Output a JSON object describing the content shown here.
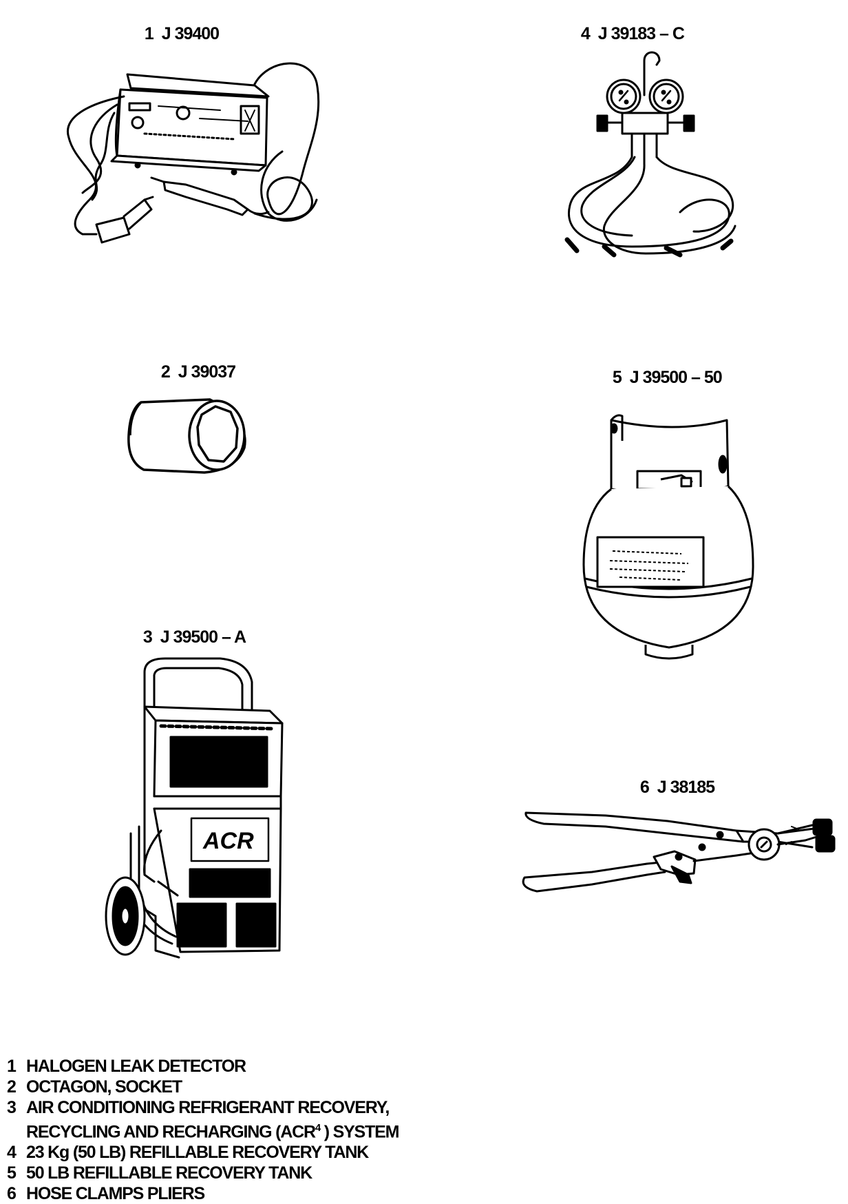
{
  "tools": [
    {
      "num": "1",
      "part": "J 39400"
    },
    {
      "num": "2",
      "part": "J 39037"
    },
    {
      "num": "3",
      "part": "J 39500 – A"
    },
    {
      "num": "4",
      "part": "J 39183 – C"
    },
    {
      "num": "5",
      "part": "J 39500 – 50"
    },
    {
      "num": "6",
      "part": "J 38185"
    }
  ],
  "legend": {
    "item1": {
      "num": "1",
      "text": "HALOGEN LEAK DETECTOR"
    },
    "item2": {
      "num": "2",
      "text": "OCTAGON, SOCKET"
    },
    "item3": {
      "num": "3",
      "text": "AIR CONDITIONING REFRIGERANT RECOVERY,",
      "text2_pre": "RECYCLING AND RECHARGING (ACR",
      "text2_sup": "4",
      "text2_post": " ) SYSTEM"
    },
    "item4": {
      "num": "4",
      "text": "23 Kg (50 LB) REFILLABLE RECOVERY TANK"
    },
    "item5": {
      "num": "5",
      "text": "50 LB REFILLABLE RECOVERY TANK"
    },
    "item6": {
      "num": "6",
      "text": "HOSE CLAMPS PLIERS"
    }
  },
  "badge": {
    "acr_text": "ACR"
  }
}
